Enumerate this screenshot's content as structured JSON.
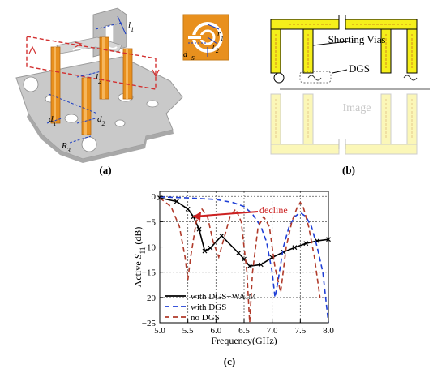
{
  "panel_a": {
    "caption": "(a)",
    "dim_labels": [
      "l1",
      "l2",
      "r1",
      "r2",
      "d",
      "s",
      "d1",
      "d2",
      "R3"
    ]
  },
  "panel_b": {
    "caption": "(b)",
    "labels": {
      "shorting_vias": "Shorting Vias",
      "dgs": "DGS",
      "image": "Image"
    }
  },
  "panel_c": {
    "caption": "(c)",
    "annotation": "decline"
  },
  "colors": {
    "board": "#c9c9c9",
    "pillar": "#e8901e",
    "patch_yellow": "#f5ef1b",
    "patch_faded": "#fbf7b8",
    "series_black": "#000000",
    "series_blue": "#1f3fd6",
    "series_red": "#b03a2a",
    "annotation_red": "#cc2020"
  },
  "chart_data": {
    "type": "line",
    "title": "",
    "xlabel": "Frequency(GHz)",
    "ylabel": "Active S11 (dB)",
    "xlim": [
      5.0,
      8.0
    ],
    "ylim": [
      -25,
      1
    ],
    "x_ticks": [
      5.0,
      5.5,
      6.0,
      6.5,
      7.0,
      7.5,
      8.0
    ],
    "y_ticks": [
      0,
      -5,
      -10,
      -15,
      -20,
      -25
    ],
    "grid": true,
    "legend_position": "bottom-left",
    "series": [
      {
        "name": "with DGS+WAIM",
        "color": "#000000",
        "dash": "solid",
        "marker": "x",
        "x": [
          5.0,
          5.3,
          5.5,
          5.6,
          5.7,
          5.8,
          5.9,
          6.1,
          6.4,
          6.5,
          6.6,
          6.8,
          7.0,
          7.2,
          7.4,
          7.6,
          7.8,
          8.0
        ],
        "y": [
          -0.3,
          -1.0,
          -2.5,
          -4.0,
          -6.5,
          -10.8,
          -10.2,
          -7.8,
          -11.2,
          -12.4,
          -13.8,
          -13.5,
          -12.1,
          -11.0,
          -10.1,
          -9.3,
          -8.8,
          -8.5
        ]
      },
      {
        "name": "with DGS",
        "color": "#1f3fd6",
        "dash": "dashed",
        "x": [
          5.0,
          5.5,
          6.0,
          6.3,
          6.5,
          6.65,
          6.8,
          6.9,
          6.95,
          7.0,
          7.05,
          7.1,
          7.2,
          7.3,
          7.4,
          7.5,
          7.6,
          7.7,
          7.8,
          7.9,
          8.0
        ],
        "y": [
          -0.1,
          -0.3,
          -0.6,
          -1.2,
          -2.0,
          -3.5,
          -6.0,
          -9.0,
          -12.0,
          -15.0,
          -20.0,
          -17.0,
          -10.0,
          -6.0,
          -4.0,
          -3.2,
          -4.0,
          -6.0,
          -10.0,
          -15.0,
          -25.0
        ]
      },
      {
        "name": "no DGS",
        "color": "#b03a2a",
        "dash": "dashed",
        "x": [
          5.0,
          5.2,
          5.35,
          5.45,
          5.5,
          5.55,
          5.65,
          5.75,
          5.85,
          5.95,
          6.05,
          6.15,
          6.25,
          6.35,
          6.45,
          6.55,
          6.6,
          6.65,
          6.75,
          6.85,
          6.95,
          7.05,
          7.15,
          7.25,
          7.35,
          7.45,
          7.5,
          7.55,
          7.65,
          7.75,
          7.85
        ],
        "y": [
          -0.3,
          -2.0,
          -6.0,
          -12.0,
          -16.5,
          -12.0,
          -5.0,
          -2.5,
          -4.0,
          -9.0,
          -12.0,
          -8.0,
          -4.0,
          -2.5,
          -5.0,
          -15.0,
          -25.0,
          -15.0,
          -6.0,
          -4.0,
          -6.0,
          -14.0,
          -19.0,
          -10.0,
          -5.0,
          -2.0,
          -1.2,
          -2.0,
          -6.0,
          -12.0,
          -20.0
        ]
      }
    ]
  }
}
